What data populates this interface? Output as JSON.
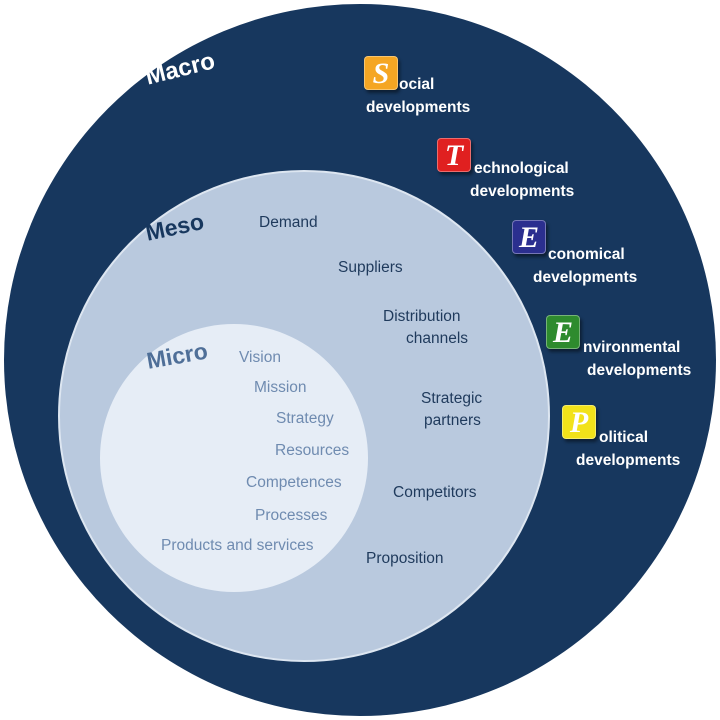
{
  "macro": {
    "label": "Macro",
    "color": "#17375e"
  },
  "meso": {
    "label": "Meso",
    "items": [
      "Demand",
      "Suppliers",
      "Distribution",
      "channels",
      "Strategic",
      "partners",
      "Competitors",
      "Proposition"
    ]
  },
  "micro": {
    "label": "Micro",
    "items": [
      "Vision",
      "Mission",
      "Strategy",
      "Resources",
      "Competences",
      "Processes",
      "Products and services"
    ]
  },
  "steep": [
    {
      "letter": "S",
      "rest": "ocial",
      "line2": "developments",
      "color": "#f5a623"
    },
    {
      "letter": "T",
      "rest": "echnological",
      "line2": "developments",
      "color": "#e02020"
    },
    {
      "letter": "E",
      "rest": "conomical",
      "line2": "developments",
      "color": "#2b2f8f"
    },
    {
      "letter": "E",
      "rest": "nvironmental",
      "line2": "developments",
      "color": "#2e8b2e"
    },
    {
      "letter": "P",
      "rest": "olitical",
      "line2": "developments",
      "color": "#f2e21a"
    }
  ]
}
